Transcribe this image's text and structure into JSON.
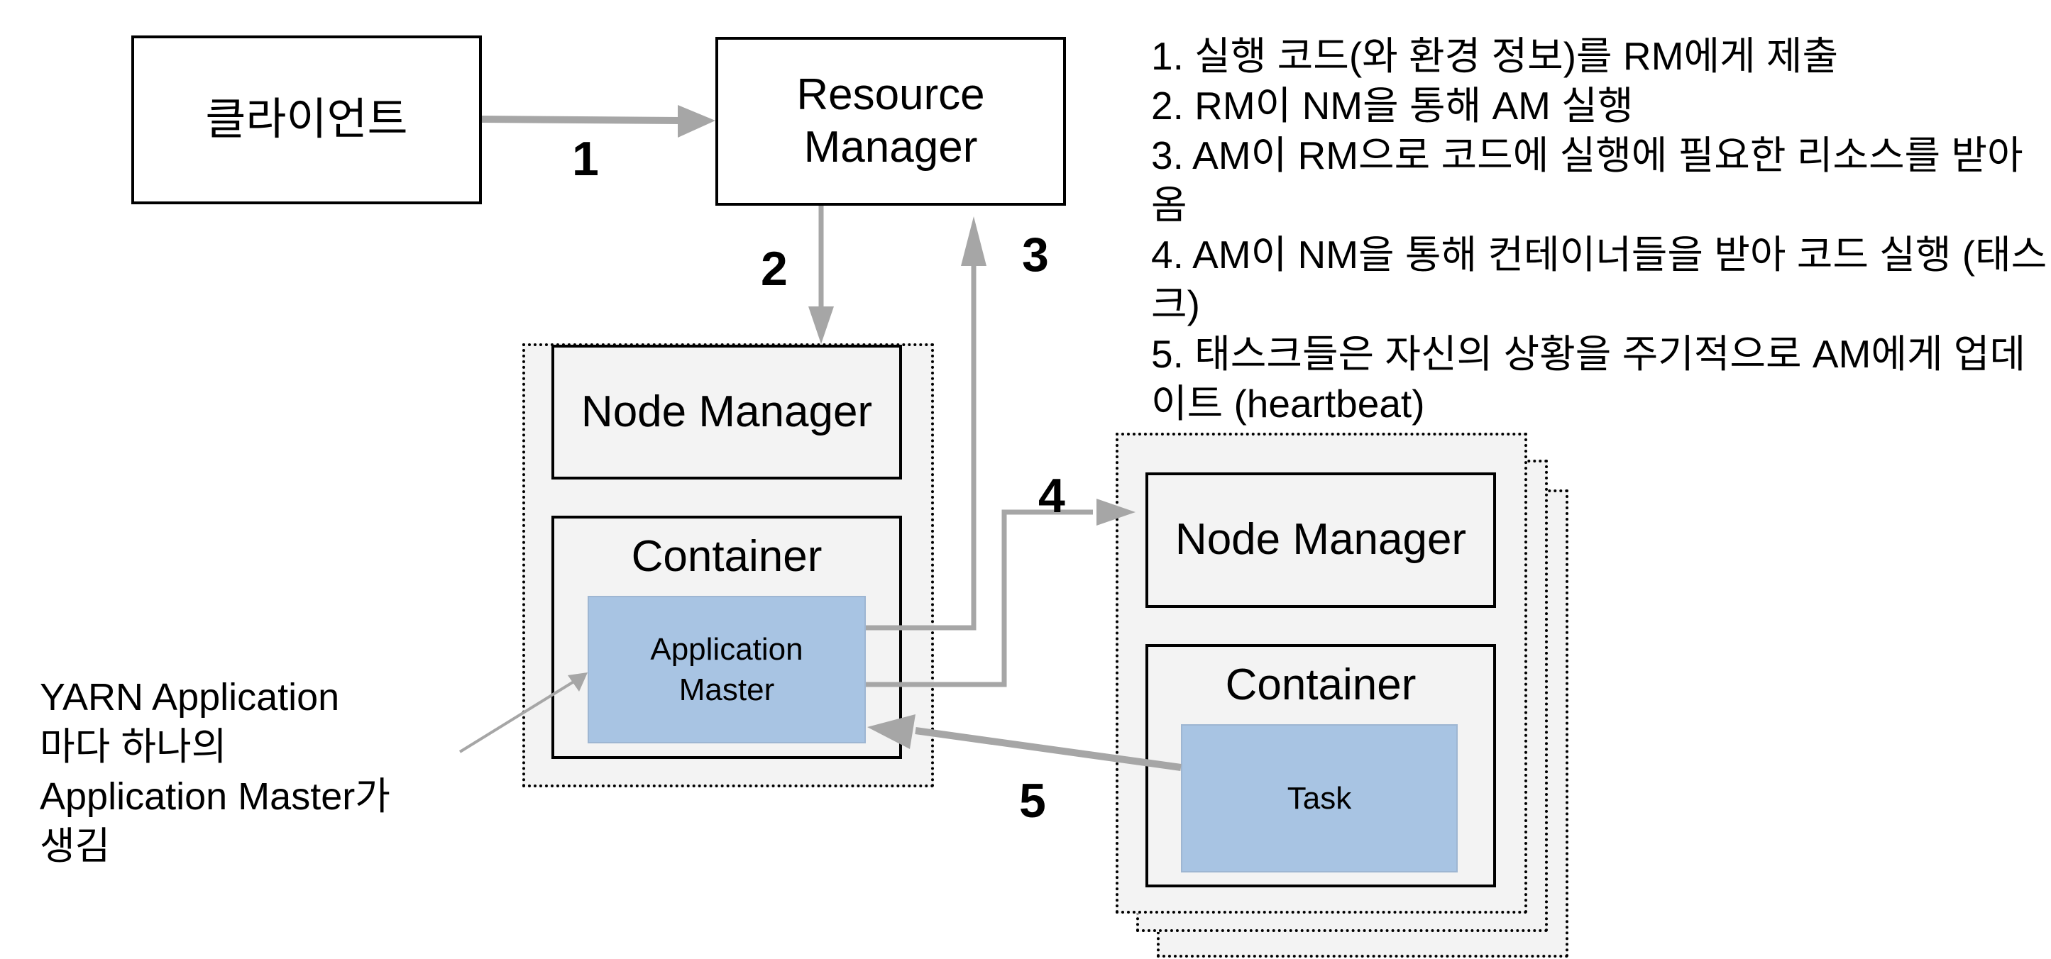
{
  "diagram": {
    "client": {
      "label": "클라이언트"
    },
    "resource_manager": {
      "label_line1": "Resource",
      "label_line2": "Manager"
    },
    "master_node": {
      "node_manager": "Node Manager",
      "container": "Container",
      "app_master_line1": "Application",
      "app_master_line2": "Master"
    },
    "worker_node": {
      "node_manager": "Node Manager",
      "container": "Container",
      "task": "Task"
    },
    "step_numbers": [
      "1",
      "2",
      "3",
      "4",
      "5"
    ],
    "side_note": {
      "line1": "YARN Application",
      "line2": "마다 하나의",
      "line3": "Application Master가",
      "line4": "생김"
    },
    "notes": [
      "1. 실행 코드(와 환경 정보)를 RM에게 제출",
      "2. RM이 NM을 통해 AM 실행",
      "3. AM이 RM으로 코드에 실행에 필요한 리소스를 받아옴",
      "4. AM이 NM을 통해 컨테이너들을 받아 코드 실행 (태스크)",
      "5. 태스크들은 자신의 상황을 주기적으로 AM에게 업데이트 (heartbeat)"
    ],
    "colors": {
      "arrow": "#a6a6a6",
      "node_fill": "#f3f3f3",
      "process_fill": "#a8c4e3"
    }
  }
}
